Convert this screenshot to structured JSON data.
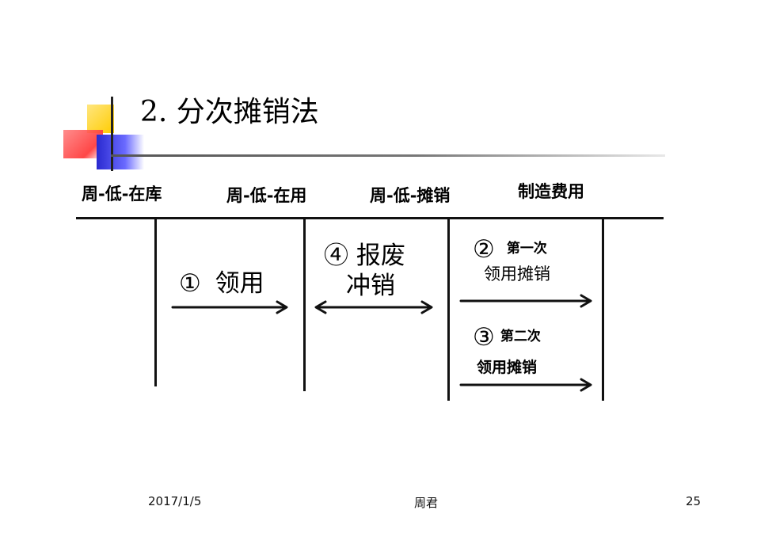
{
  "slide": {
    "title": "2.  分次摊销法",
    "accounts": [
      "周-低-在库",
      "周-低-在用",
      "周-低-摊销",
      "制造费用"
    ],
    "entry1": {
      "num": "①",
      "text": "领用"
    },
    "entry4": {
      "line1": "④ 报废",
      "line2": "冲销"
    },
    "entry2": {
      "num": "②",
      "label": "第一次",
      "text": "领用摊销"
    },
    "entry3": {
      "num": "③",
      "label": "第二次",
      "text": "领用摊销"
    }
  },
  "footer": {
    "date": "2017/1/5",
    "author": "周君",
    "page": "25"
  },
  "colors": {
    "logo_yellow": "#ffcc00",
    "logo_red": "#ff3333",
    "logo_blue": "#2a2ad0"
  }
}
